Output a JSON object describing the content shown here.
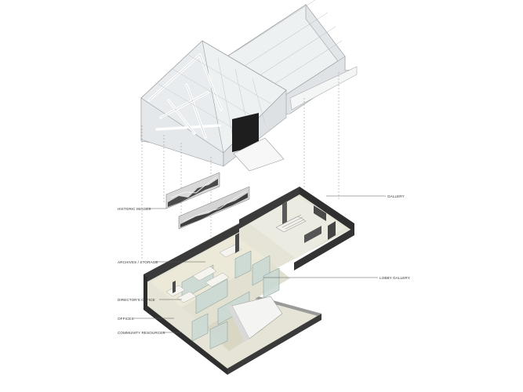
{
  "diagram": {
    "labels": {
      "historic_images": "HISTORIC IMAGES",
      "archives_storage": "ARCHIVES / STORAGE",
      "directors_office": "DIRECTOR'S OFFICE",
      "offices": "OFFICES",
      "community_resources": "COMMUNITY RESOURCES",
      "gallery": "GALLERY",
      "lobby_gallery": "LOBBY GALLERY"
    },
    "colors": {
      "background": "#ffffff",
      "roof_glass": "#eceff0",
      "roof_edge": "#9a9fa2",
      "wall_dark": "#3a3a3a",
      "floor": "#e6e4d6",
      "glass_partition": "#c9d8d4",
      "leader_line": "#555555"
    }
  }
}
